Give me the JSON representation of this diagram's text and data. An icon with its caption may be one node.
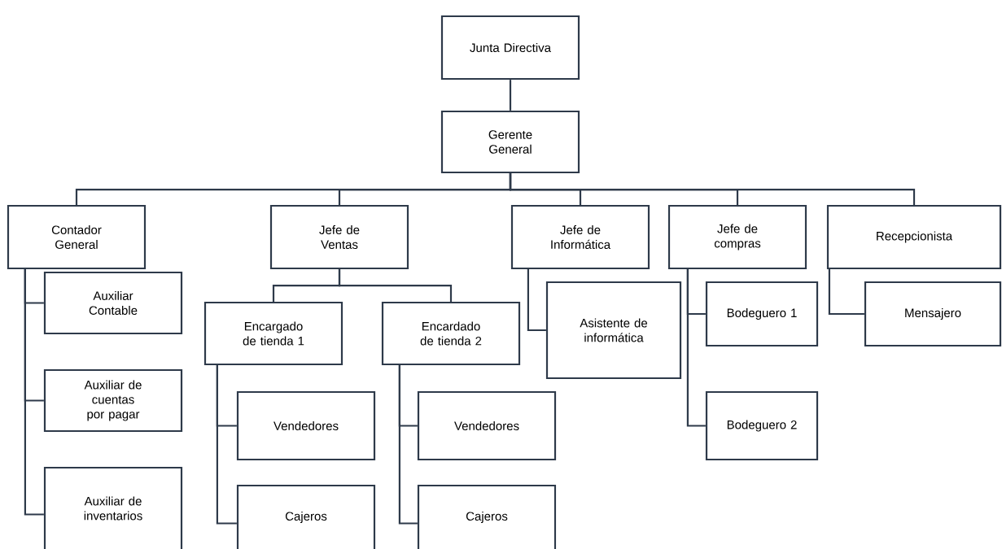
{
  "diagram": {
    "nodes": [
      {
        "text": [
          "Junta Directiva"
        ]
      },
      {
        "text": [
          "Gerente General"
        ]
      },
      {
        "text": [
          "Contador General"
        ]
      },
      {
        "text": [
          "Jefe de Ventas"
        ]
      },
      {
        "text": [
          "Jefe de Informática"
        ]
      },
      {
        "text": [
          "Jefe de compras"
        ]
      },
      {
        "text": [
          "Recepcionista"
        ]
      },
      {
        "text": [
          "Auxiliar Contable"
        ]
      },
      {
        "text": [
          "Auxiliar de cuentas por pagar"
        ]
      },
      {
        "text": [
          "Auxiliar de inventarios"
        ]
      },
      {
        "text": [
          "Encargado de tienda 1"
        ]
      },
      {
        "text": [
          "Vendedores"
        ]
      },
      {
        "text": [
          "Cajeros"
        ]
      },
      {
        "text": [
          "Encardado de tienda  2"
        ]
      },
      {
        "text": [
          "Vendedores"
        ]
      },
      {
        "text": [
          "Cajeros"
        ]
      },
      {
        "text": [
          "Asistente de informática"
        ]
      },
      {
        "text": [
          "Bodeguero 1"
        ]
      },
      {
        "text": [
          "Bodeguero 2"
        ]
      },
      {
        "text": [
          "Mensajero"
        ]
      }
    ],
    "edges": [
      {
        "from": 0,
        "to": 1,
        "arrow": "none"
      },
      {
        "from": 1,
        "to": 2,
        "arrow": "none"
      },
      {
        "from": 1,
        "to": 3,
        "arrow": "none"
      },
      {
        "from": 1,
        "to": 4,
        "arrow": "none"
      },
      {
        "from": 1,
        "to": 5,
        "arrow": "none"
      },
      {
        "from": 1,
        "to": 6,
        "arrow": "none"
      },
      {
        "from": 2,
        "to": 7,
        "arrow": "none"
      },
      {
        "from": 2,
        "to": 8,
        "arrow": "none"
      },
      {
        "from": 2,
        "to": 9,
        "arrow": "none"
      },
      {
        "from": 3,
        "to": 10,
        "arrow": "none"
      },
      {
        "from": 3,
        "to": 13,
        "arrow": "none"
      },
      {
        "from": 10,
        "to": 11,
        "arrow": "none"
      },
      {
        "from": 10,
        "to": 12,
        "arrow": "none"
      },
      {
        "from": 13,
        "to": 14,
        "arrow": "none"
      },
      {
        "from": 13,
        "to": 15,
        "arrow": "none"
      },
      {
        "from": 4,
        "to": 16,
        "arrow": "none"
      },
      {
        "from": 5,
        "to": 17,
        "arrow": "none"
      },
      {
        "from": 5,
        "to": 18,
        "arrow": "none"
      },
      {
        "from": 6,
        "to": 19,
        "arrow": "none"
      }
    ]
  }
}
